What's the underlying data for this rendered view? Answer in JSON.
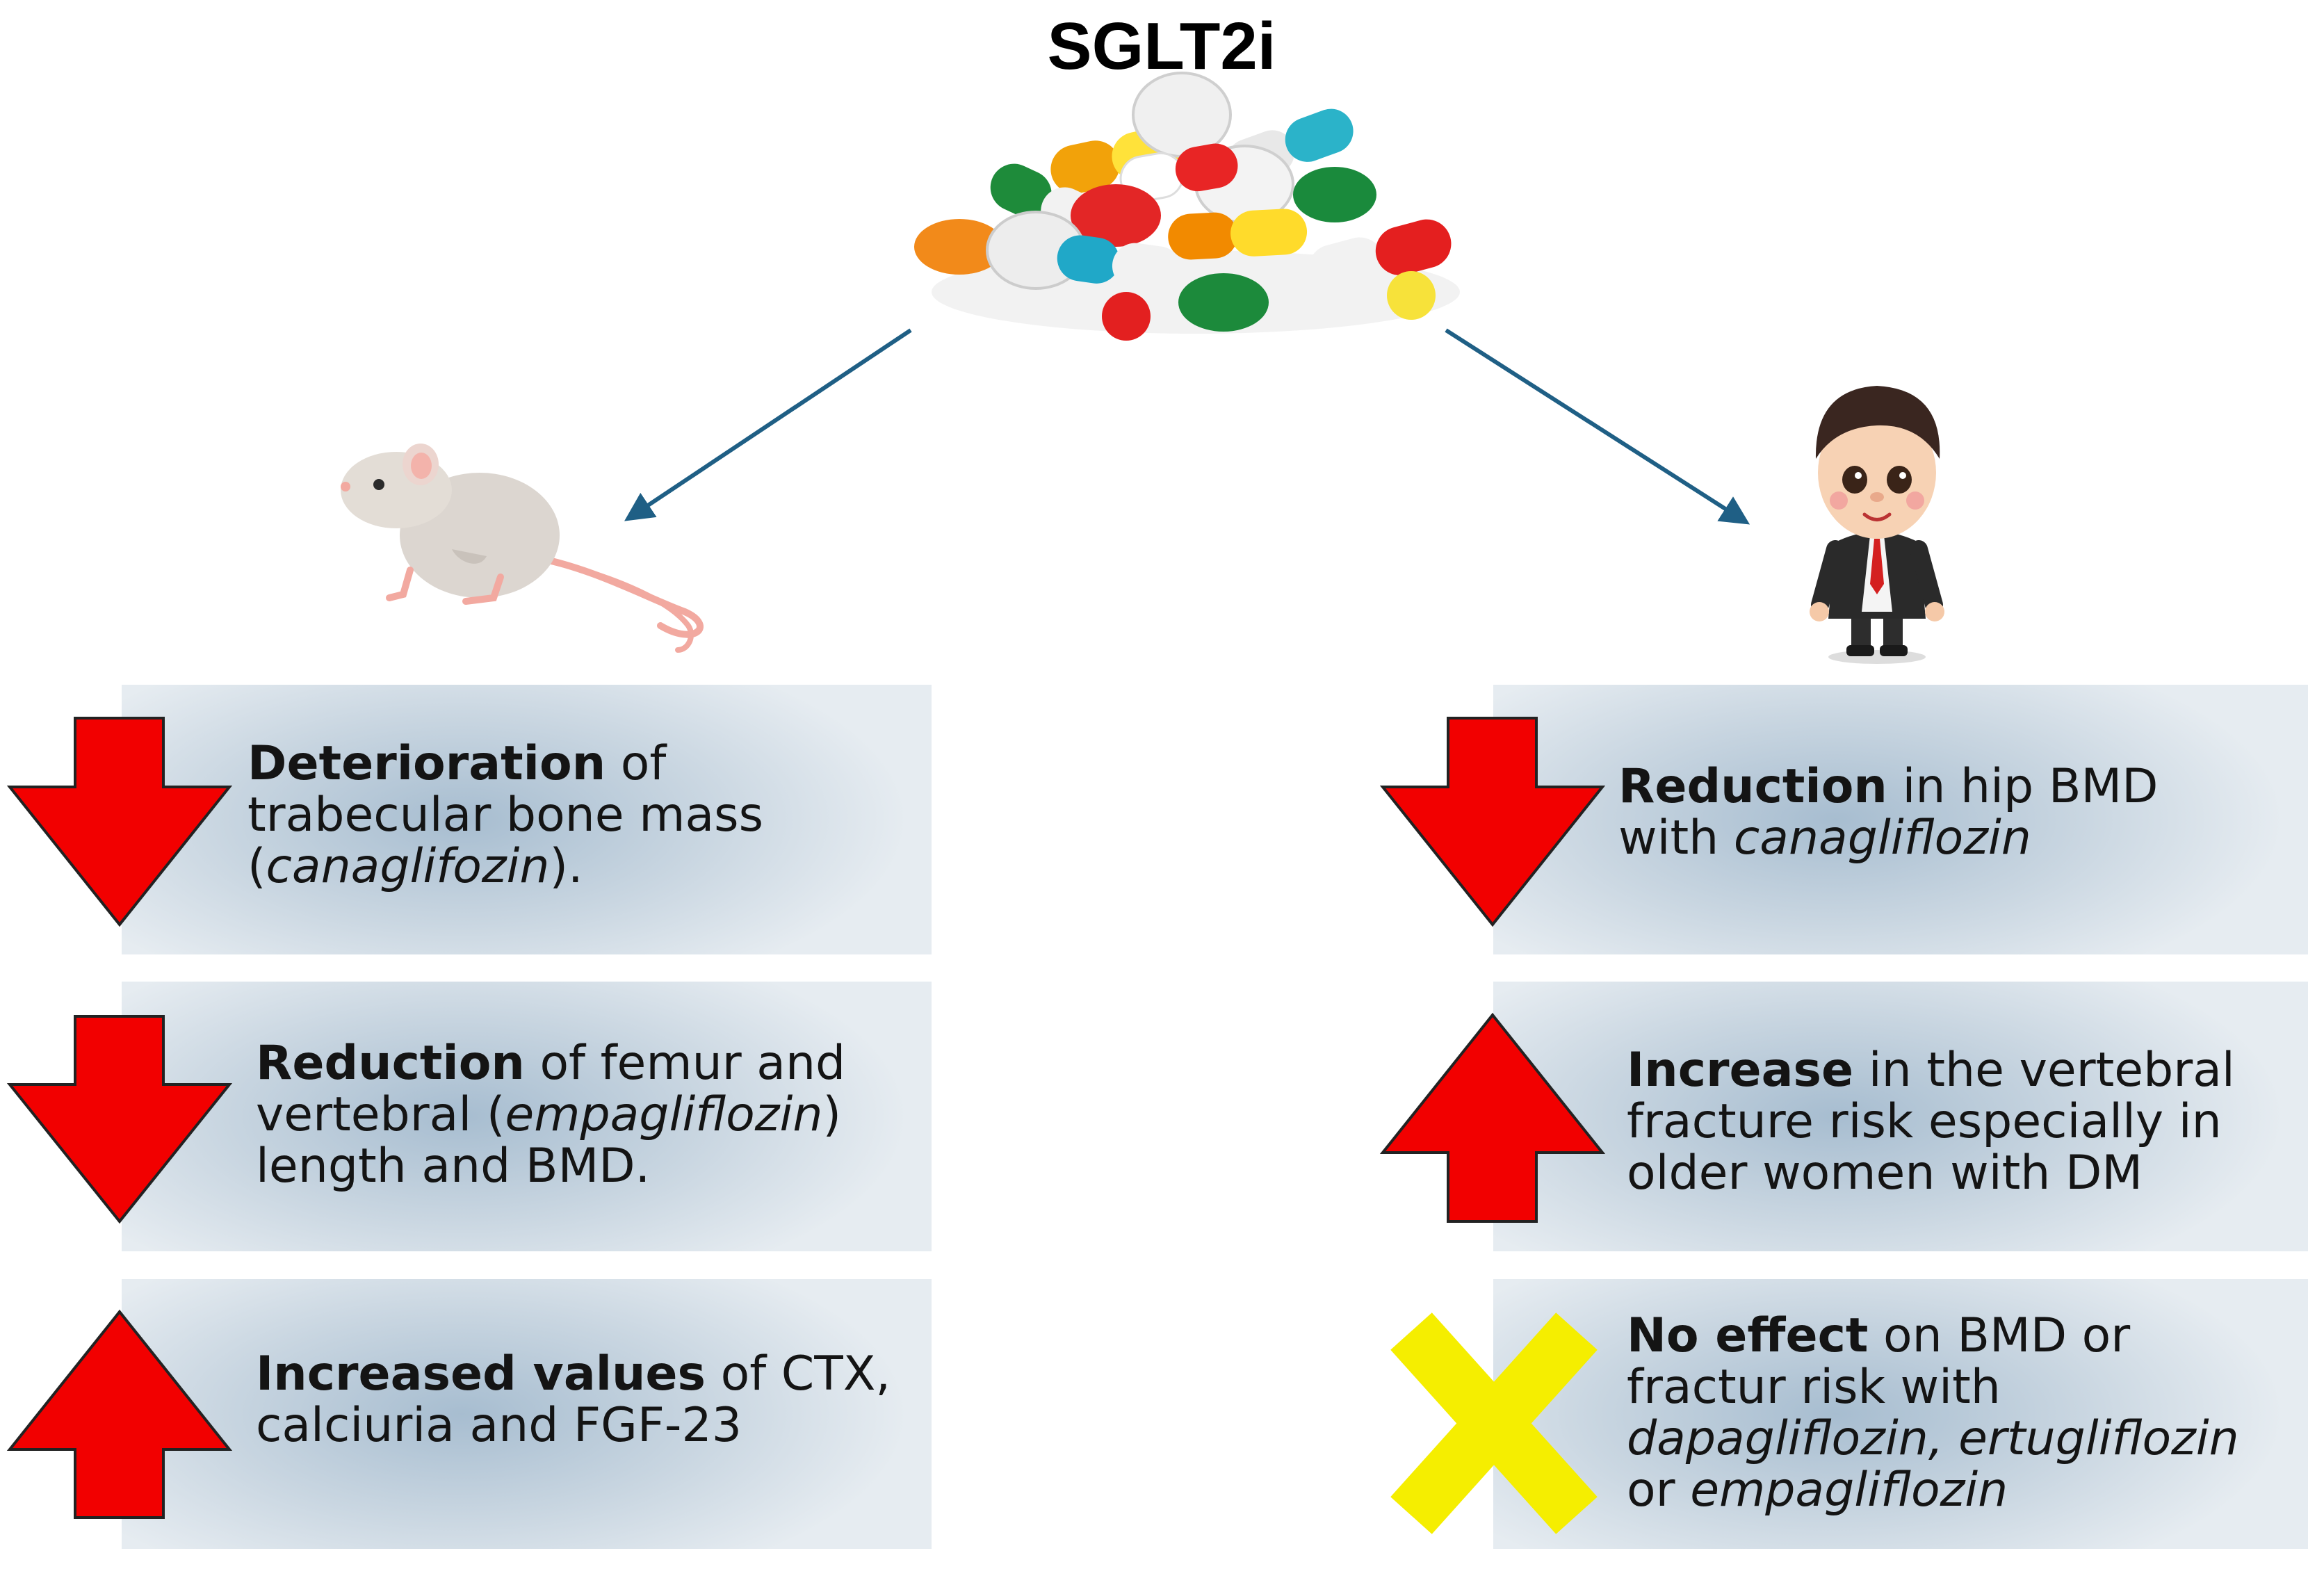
{
  "title": "SGLT2i",
  "left_findings": [
    {
      "direction": "down",
      "bold": "Deterioration",
      "rest1": " of",
      "line2": "trabecular bone mass",
      "line3_open": "(",
      "line3_italic": "canaglifozin",
      "line3_close": ")."
    },
    {
      "direction": "down",
      "bold": "Reduction",
      "rest1": " of femur and",
      "line2_plain": "vertebral (",
      "line2_italic": "empagliflozin",
      "line2_close": ")",
      "line3": "length and BMD."
    },
    {
      "direction": "up",
      "bold": "Increased values",
      "rest1": " of CTX,",
      "line2": "calciuria and FGF-23"
    }
  ],
  "right_findings": [
    {
      "direction": "down",
      "bold": "Reduction",
      "rest1": " in hip BMD",
      "line2_plain": "with ",
      "line2_italic": "canagliflozin"
    },
    {
      "direction": "up",
      "bold": "Increase",
      "rest1": " in the vertebral",
      "line2": "fracture risk especially in",
      "line3": "older women with DM"
    },
    {
      "direction": "none",
      "bold": "No effect",
      "rest1": " on BMD or",
      "line2": "fractur risk with",
      "line3_italic": "dapagliflozin, ertugliflozin",
      "line4_plain": "or ",
      "line4_italic": "empagliflozin"
    }
  ],
  "colors": {
    "arrow_red": "#f20000",
    "x_yellow": "#f5ee00",
    "connector_blue": "#1f5f85",
    "panel": "#c3d1de"
  },
  "icons": [
    "pill-pile-icon",
    "rat-icon",
    "businessman-icon",
    "down-arrow-icon",
    "up-arrow-icon",
    "no-effect-x-icon"
  ]
}
